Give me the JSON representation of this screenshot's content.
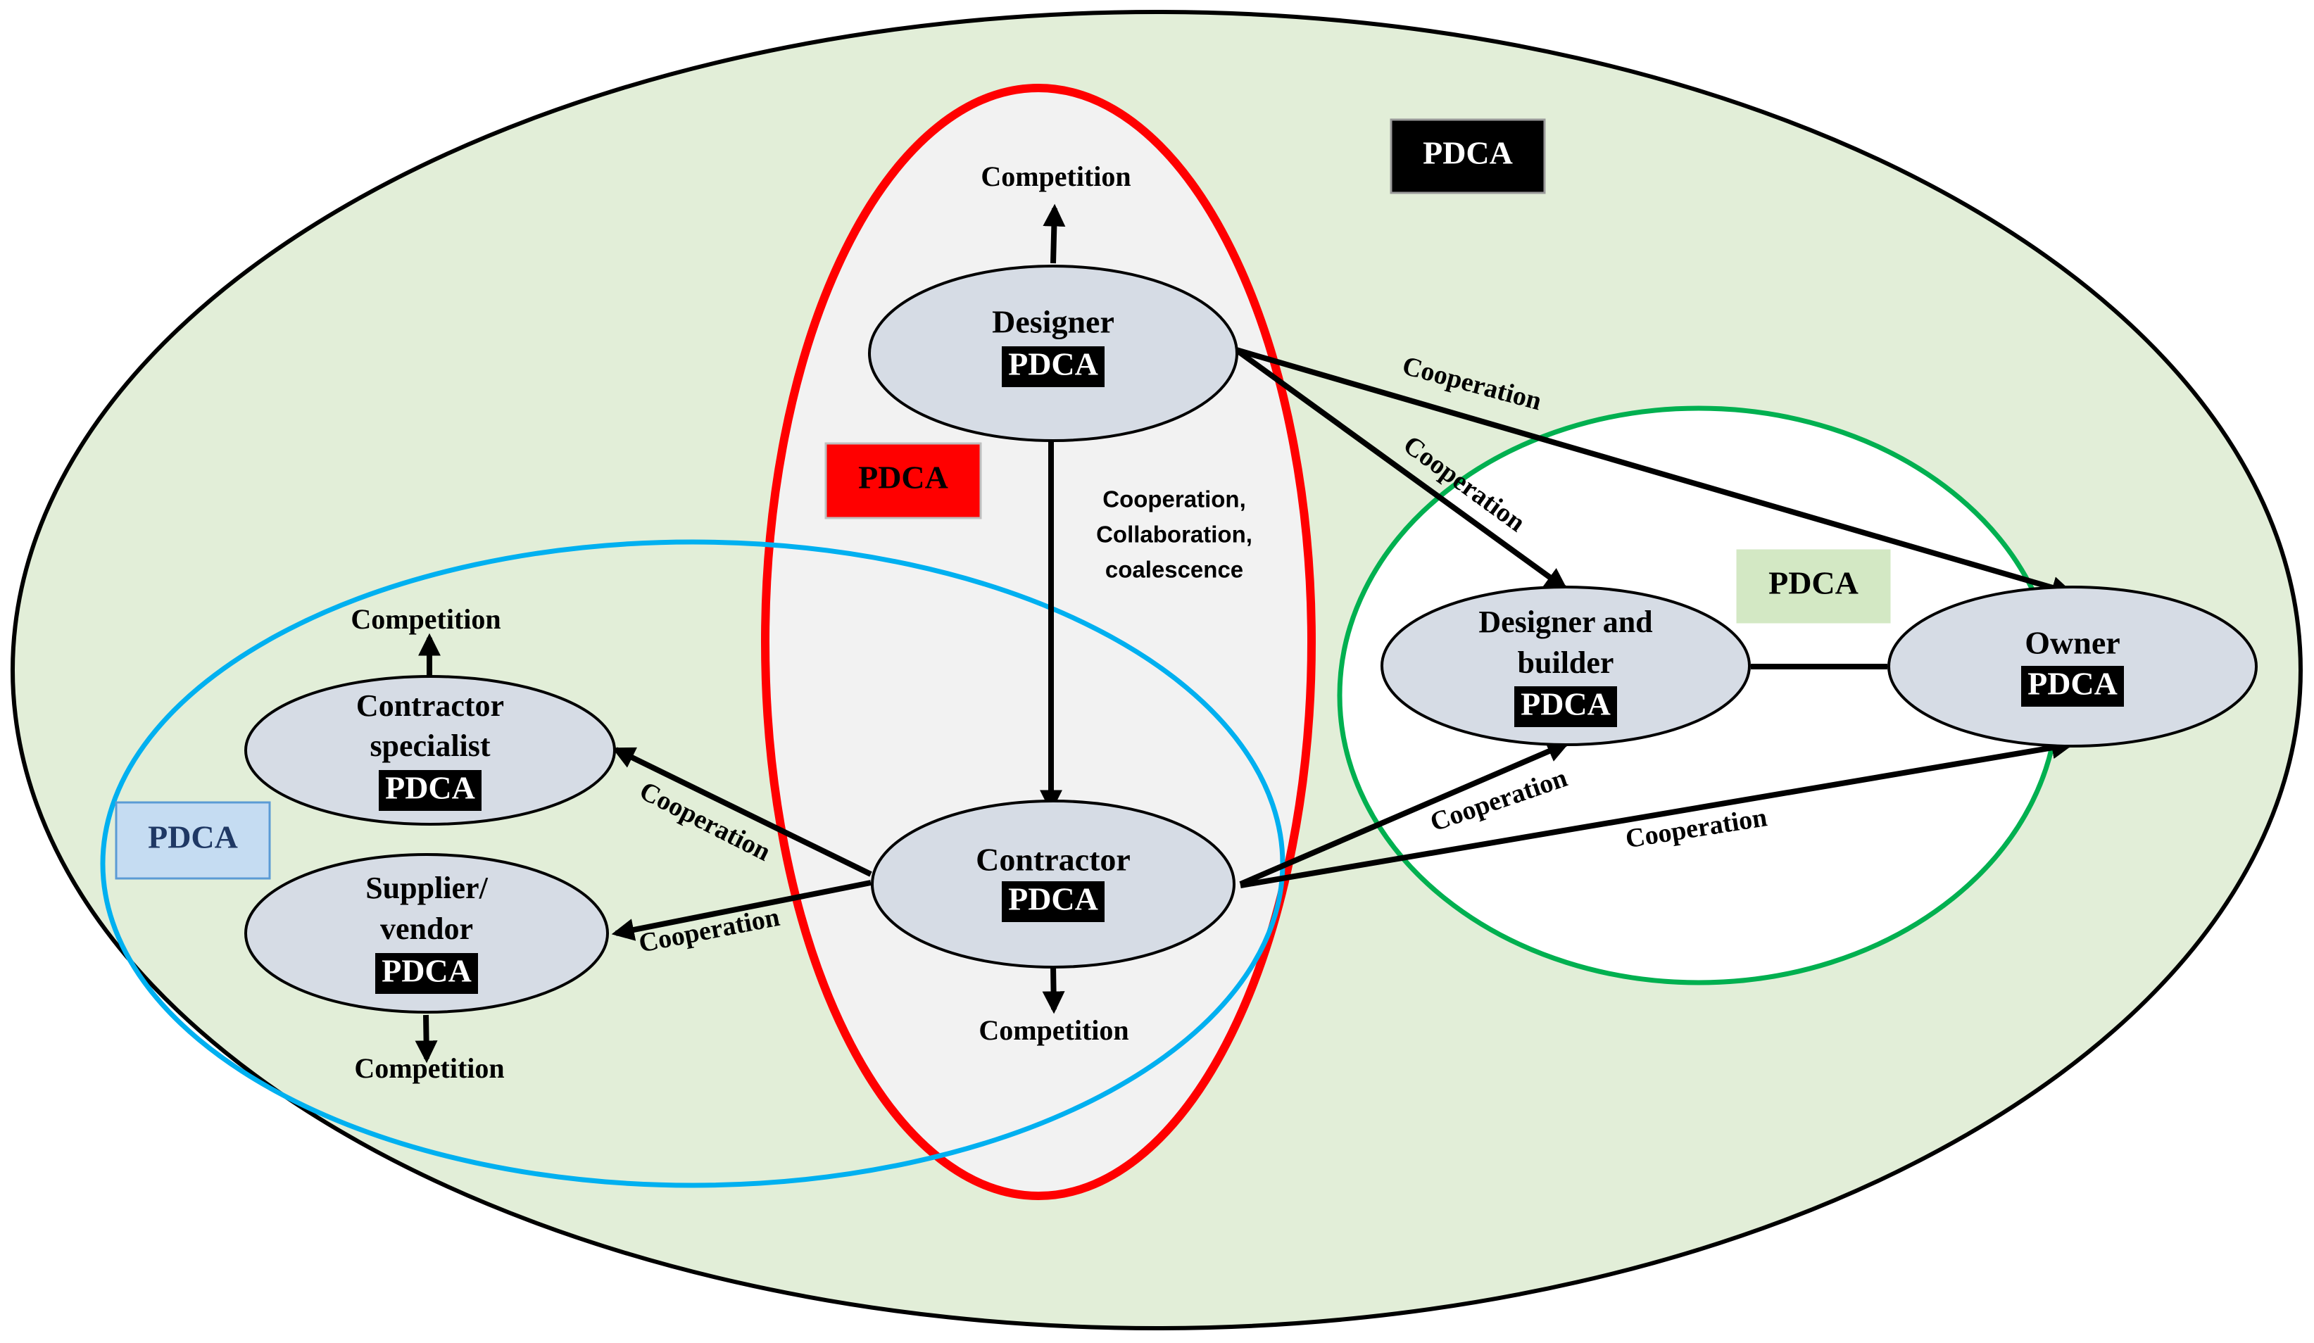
{
  "colors": {
    "outer_fill": "#e2eed8",
    "red_region": "#ff0000",
    "red_fill": "#f2f2f2",
    "blue_region": "#00b0f0",
    "green_region": "#00b050",
    "green_fill": "#ffffff",
    "node_fill": "#d6dce5",
    "badge_black": "#000000",
    "badge_red": "#ff0000",
    "badge_blue": "#c5dcf2",
    "badge_green": "#d3e8c4"
  },
  "regions": {
    "overall_badge": "PDCA",
    "designer_contractor_badge": "PDCA",
    "subcontract_badge": "PDCA",
    "design_build_badge": "PDCA"
  },
  "nodes": {
    "designer": {
      "label": "Designer",
      "badge": "PDCA"
    },
    "contractor": {
      "label": "Contractor",
      "badge": "PDCA"
    },
    "contractor_specialist": {
      "line1": "Contractor",
      "line2": "specialist",
      "badge": "PDCA"
    },
    "supplier_vendor": {
      "line1": "Supplier/",
      "line2": "vendor",
      "badge": "PDCA"
    },
    "designer_builder": {
      "line1": "Designer and",
      "line2": "builder",
      "badge": "PDCA"
    },
    "owner": {
      "label": "Owner",
      "badge": "PDCA"
    }
  },
  "labels": {
    "competition_designer": "Competition",
    "competition_contractor": "Competition",
    "competition_specialist": "Competition",
    "competition_supplier": "Competition",
    "designer_contractor_line1": "Cooperation,",
    "designer_contractor_line2": "Collaboration,",
    "designer_contractor_line3": "coalescence",
    "coop_designer_owner": "Cooperation",
    "coop_designer_builder": "Cooperation",
    "coop_contractor_specialist": "Cooperation",
    "coop_contractor_supplier": "Cooperation",
    "coop_contractor_builder": "Cooperation",
    "coop_contractor_owner": "Cooperation"
  }
}
